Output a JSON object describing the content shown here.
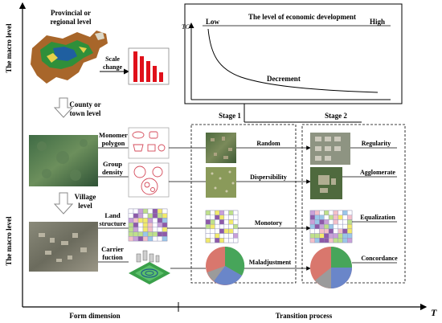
{
  "axes": {
    "y_top": "The macro level",
    "y_bottom": "The macro level",
    "x_left": "Form dimension",
    "x_right": "Transition process",
    "x_arrow": "T"
  },
  "levels": {
    "provincial_line1": "Provincial or",
    "provincial_line2": "regional level",
    "county_line1": "County or",
    "county_line2": "town level",
    "village_line1": "Village",
    "village_line2": "level"
  },
  "scale_change": {
    "line1": "Scale",
    "line2": "change"
  },
  "tc_chart": {
    "y_label": "TC",
    "title": "The level of economic development",
    "low": "Low",
    "high": "High",
    "curve_label": "Decrement"
  },
  "stages": {
    "stage1": "Stage 1",
    "stage2": "Stage 2"
  },
  "rows": [
    {
      "label_line1": "Monomer",
      "label_line2": "polygon",
      "stage1": "Random",
      "stage2": "Regularity"
    },
    {
      "label_line1": "Group",
      "label_line2": "density",
      "stage1": "Dispersibility",
      "stage2": "Agglomerate"
    },
    {
      "label_line1": "Land",
      "label_line2": "structure",
      "stage1": "Monotory",
      "stage2": "Equalization"
    },
    {
      "label_line1": "Carrier",
      "label_line2": "fuction",
      "stage1": "Maladjustment",
      "stage2": "Concordance"
    }
  ],
  "colors": {
    "bar": "#e0101a",
    "map_green": "#2f8f3a",
    "map_brown": "#a8662a",
    "polygon_stroke": "#d44a5a",
    "pie1": "#d9776d",
    "pie2": "#47a55a",
    "pie3": "#6a86c9",
    "pie4": "#9b9b9b"
  }
}
